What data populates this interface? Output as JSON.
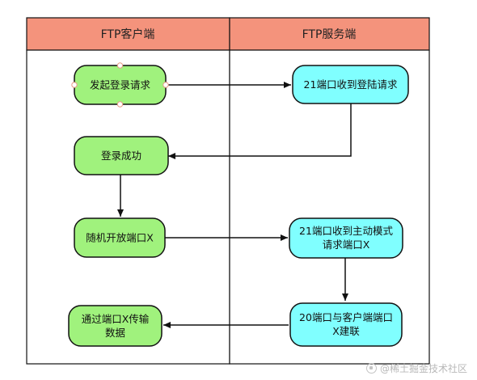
{
  "lanes": {
    "client": {
      "title": "FTP客户端"
    },
    "server": {
      "title": "FTP服务端"
    }
  },
  "nodes": {
    "login_request": {
      "line1": "发起登录请求",
      "line2": ""
    },
    "port21_login": {
      "line1": "21端口收到登陆请求",
      "line2": ""
    },
    "login_success": {
      "line1": "登录成功",
      "line2": ""
    },
    "open_port_x": {
      "line1": "随机开放端口X",
      "line2": ""
    },
    "active_mode": {
      "line1": "21端口收到主动模式",
      "line2": "请求端口X"
    },
    "transfer": {
      "line1": "通过端口X传输",
      "line2": "数据"
    },
    "connect": {
      "line1": "20端口与客户端端口",
      "line2": "X建联"
    }
  },
  "colors": {
    "header_fill": "#F4937C",
    "client_node": "#A0F27D",
    "server_node": "#80FFFF",
    "stroke": "#111111",
    "handle_fill": "#ffffff",
    "handle_stroke": "#e89b86"
  },
  "watermark": {
    "text": "@稀土掘金技术社区",
    "icon": "juejin-logo-icon"
  }
}
